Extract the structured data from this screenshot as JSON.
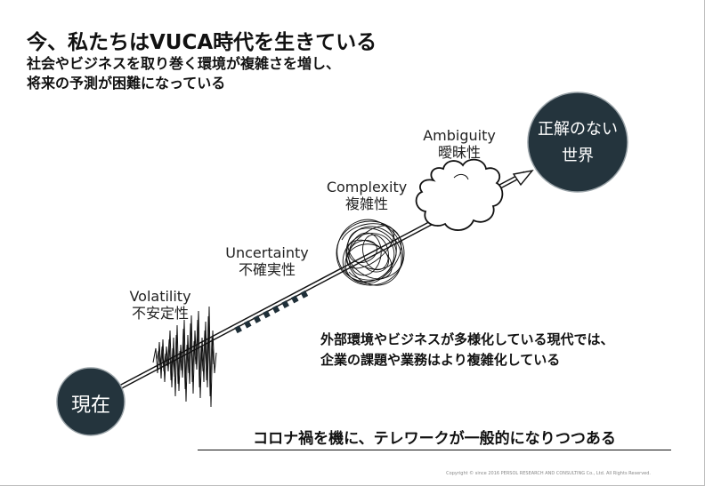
{
  "title": "今、私たちはVUCA時代を生きている",
  "subtitle": {
    "line1": "社会やビジネスを取り巻く環境が複雑さを増し、",
    "line2": "将来の予測が困難になっている"
  },
  "start_node": "現在",
  "end_node": {
    "line1": "正解のない",
    "line2": "世界"
  },
  "stages": [
    {
      "en": "Volatility",
      "ja": "不安定性"
    },
    {
      "en": "Uncertainty",
      "ja": "不確実性"
    },
    {
      "en": "Complexity",
      "ja": "複雑性"
    },
    {
      "en": "Ambiguity",
      "ja": "曖昧性"
    }
  ],
  "callout": {
    "line1": "外部環境やビジネスが多様化している現代では、",
    "line2": "企業の課題や業務はより複雑化している"
  },
  "bottom_statement": "コロナ禍を機に、テレワークが一般的になりつつある",
  "copyright": "Copyright © since 2016  PERSOL  RESEARCH AND CONSULTING Co., Ltd. All Rights Reserved.",
  "colors": {
    "node_fill": "#24343d",
    "node_border": "#9aa3a8",
    "text": "#111111"
  }
}
